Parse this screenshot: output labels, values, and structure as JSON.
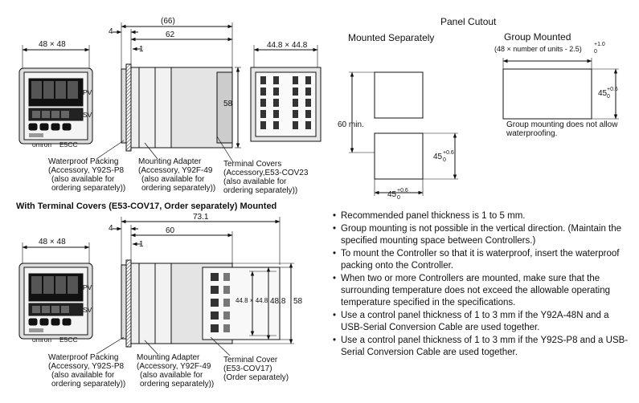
{
  "top": {
    "dims": {
      "front_w": "48 × 48",
      "overall": "(66)",
      "panel": "4",
      "bezel": "1",
      "body": "62",
      "height": "58",
      "rear": "44.8 × 44.8"
    },
    "callouts": {
      "packing": [
        "Waterproof Packing",
        "(Accessory, Y92S-P8",
        "(also available for",
        "ordering separately))"
      ],
      "adapter": [
        "Mounting Adapter",
        "(Accessory, Y92F-49",
        "(also available for",
        "ordering separately))"
      ],
      "covers": [
        "Terminal Covers",
        "(Accessory,E53-COV23",
        "(also available for",
        "ordering separately))"
      ]
    }
  },
  "panel_cutout": {
    "title": "Panel Cutout",
    "separate_title": "Mounted Separately",
    "group_title": "Group Mounted",
    "group_formula": "(48 × number of units - 2.5)",
    "group_tol": "+1.0",
    "zero": "0",
    "group_h": "45",
    "group_h_tol": "+0.6",
    "group_note": [
      "Group mounting does not allow",
      "waterproofing."
    ],
    "min_gap": "60 min.",
    "cut_h": "45",
    "cut_h_tol": "+0.6",
    "cut_w": "45",
    "cut_w_tol": "+0.6"
  },
  "bottom": {
    "heading": "With Terminal Covers (E53-COV17, Order separately) Mounted",
    "dims": {
      "front_w": "48 × 48",
      "overall": "73.1",
      "panel": "4",
      "bezel": "1",
      "body": "60",
      "cover": "44.8 × 44.8",
      "cover_h": "48.8",
      "height": "58"
    },
    "callouts": {
      "packing": [
        "Waterproof Packing",
        "(Accessory, Y92S-P8",
        "(also available for",
        "ordering separately))"
      ],
      "adapter": [
        "Mounting Adapter",
        "(Accessory, Y92F-49",
        "(also available for",
        "ordering separately))"
      ],
      "cover": [
        "Terminal Cover",
        "(E53-COV17)",
        "(Order separately)"
      ]
    }
  },
  "front_panel": {
    "brand": "omron",
    "model": "E5CC",
    "pv": "PV",
    "sv": "SV"
  },
  "notes": [
    "Recommended panel thickness is 1 to 5 mm.",
    "Group mounting is not possible in the vertical direction. (Maintain the specified mounting space between Controllers.)",
    "To mount the Controller so that it is waterproof, insert the waterproof packing onto the Controller.",
    "When two or more Controllers are mounted, make sure that the surrounding temperature does not exceed the allowable operating temperature specified in the specifications.",
    "Use a control panel thickness of 1 to 3 mm if the Y92A-48N and a USB-Serial Conversion Cable are used together.",
    "Use a control panel thickness of 1 to 3 mm if the Y92S-P8 and a USB-Serial Conversion Cable are used together."
  ]
}
